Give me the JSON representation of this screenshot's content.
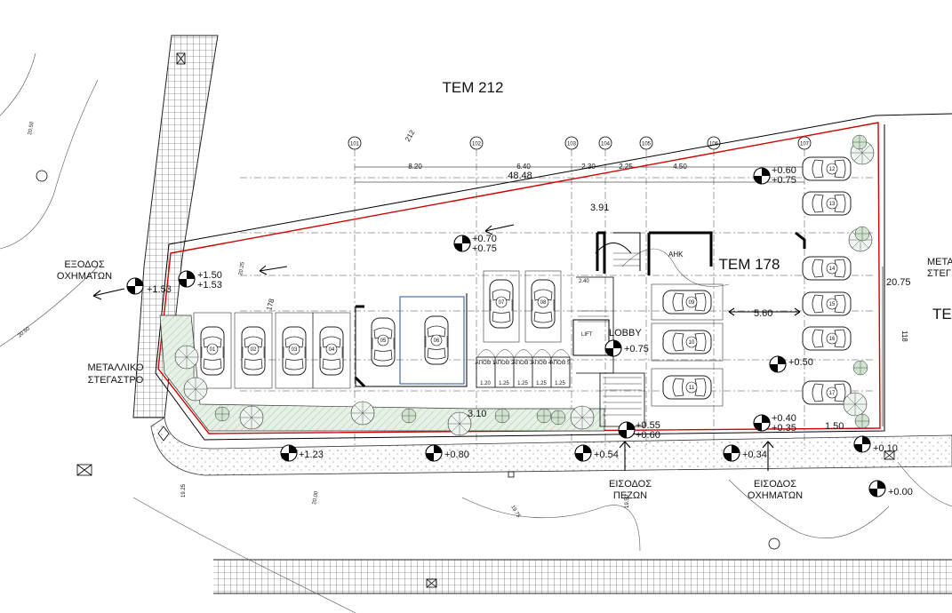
{
  "labels": {
    "tem_top": "ΤΕΜ 212",
    "tem_mid": "ΤΕΜ 178",
    "tem_right_partial_1": "ΤΕ",
    "tem_right_partial_2": "ΜΕΤΑ",
    "tem_right_partial_3": "ΣΤΕΓ",
    "exit_left_1": "ΕΞΟΔΟΣ",
    "exit_left_2": "ΟΧΗΜΑΤΩΝ",
    "canopy_1": "ΜΕΤΑΛΛΙΚΟ",
    "canopy_2": "ΣΤΕΓΑΣΤΡΟ",
    "pedestrian_1": "ΕΙΣΟΔΟΣ",
    "pedestrian_2": "ΠΕΖΩΝ",
    "vehicle_in_1": "ΕΙΣΟΔΟΣ",
    "vehicle_in_2": "ΟΧΗΜΑΤΩΝ",
    "lobby": "LOBBY",
    "lift": "LIFT",
    "ahk": "ΑΗΚ",
    "angle_212": "212",
    "num_178": "178",
    "num_118": "118"
  },
  "grid_axes": [
    "101",
    "102",
    "103",
    "104",
    "105",
    "106",
    "107"
  ],
  "dimensions": {
    "total": "48.48",
    "segments": [
      "8.20",
      "6.40",
      "2.30",
      "2.25",
      "4.50"
    ],
    "d_391": "3.91",
    "d_560": "5.60",
    "d_2075": "20.75",
    "d_310": "3.10",
    "d_150": "1.50",
    "d_240": "2.40"
  },
  "levels": {
    "lv_a": "+0.60",
    "lv_b": "+0.75",
    "lv_c": "+0.70",
    "lv_d": "+0.75",
    "lv_e": "+1.50",
    "lv_f": "+1.53",
    "lv_g": "+1.53",
    "lv_h": "+0.75",
    "lv_i": "+0.50",
    "lv_j": "+0.40",
    "lv_k": "+0.35",
    "lv_l": "+0.55",
    "lv_m": "+0.60",
    "lv_n": "+1.23",
    "lv_o": "+0.80",
    "lv_p": "+0.54",
    "lv_q": "+0.34",
    "lv_r": "+0.10",
    "lv_s": "+0.00"
  },
  "parking": [
    "01",
    "02",
    "03",
    "04",
    "05",
    "06",
    "07",
    "08",
    "09",
    "10",
    "11",
    "12",
    "13",
    "14",
    "15",
    "16",
    "17"
  ],
  "storage": [
    "ΑΠΟΘ 1",
    "ΑΠΟΘ 2",
    "ΑΠΟΘ 3",
    "ΑΠΟΘ 4",
    "ΑΠΟΘ 5"
  ],
  "storage_dims": [
    "1.20",
    "1.25",
    "1.25",
    "1.25",
    "1.25"
  ],
  "contours": [
    "20.50",
    "20.50",
    "20.25",
    "20.00",
    "19.75",
    "19.50",
    "19.25"
  ]
}
